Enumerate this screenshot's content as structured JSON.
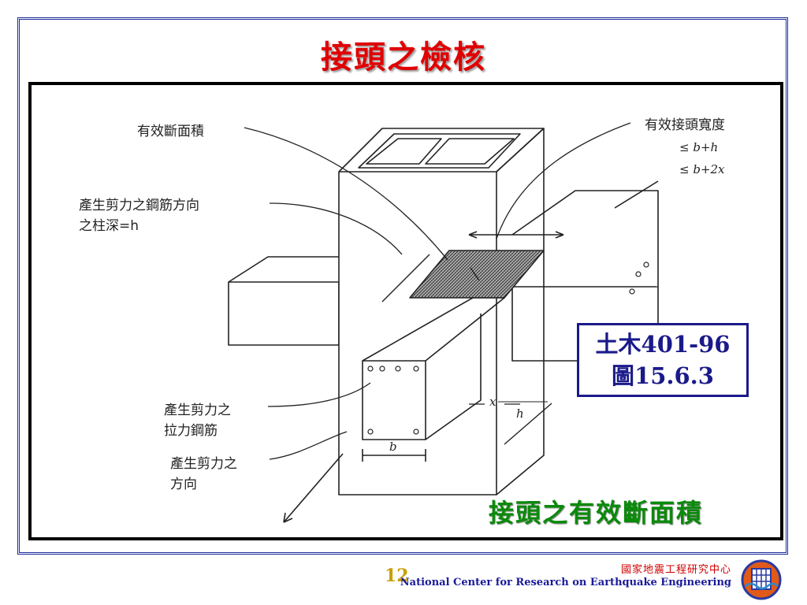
{
  "slide": {
    "title": "接頭之檢核",
    "page_number": "12",
    "org_name_zh": "國家地震工程研究中心",
    "org_name_en": "National Center for Research on Earthquake Engineering",
    "logo_icon": "ncree-logo-icon"
  },
  "figure": {
    "labels": {
      "effective_area": "有效斷面積",
      "effective_width": "有效接頭寬度",
      "width_limit_1": "≤ b+h",
      "width_limit_2": "≤ b+2x",
      "shear_rebar_dir_line1": "產生剪力之鋼筋方向",
      "shear_rebar_dir_line2": "之柱深=h",
      "tension_rebar_line1": "產生剪力之",
      "tension_rebar_line2": "拉力鋼筋",
      "shear_dir_line1": "產生剪力之",
      "shear_dir_line2": "方向",
      "dim_b": "b",
      "dim_x": "x",
      "dim_h": "h"
    },
    "reference_line1": "土木401-96",
    "reference_line2": "圖15.6.3",
    "caption": "接頭之有效斷面積"
  },
  "colors": {
    "title": "#e00000",
    "caption": "#0a8a0a",
    "reference": "#1a1a8a",
    "frame": "#1a2a9a"
  }
}
